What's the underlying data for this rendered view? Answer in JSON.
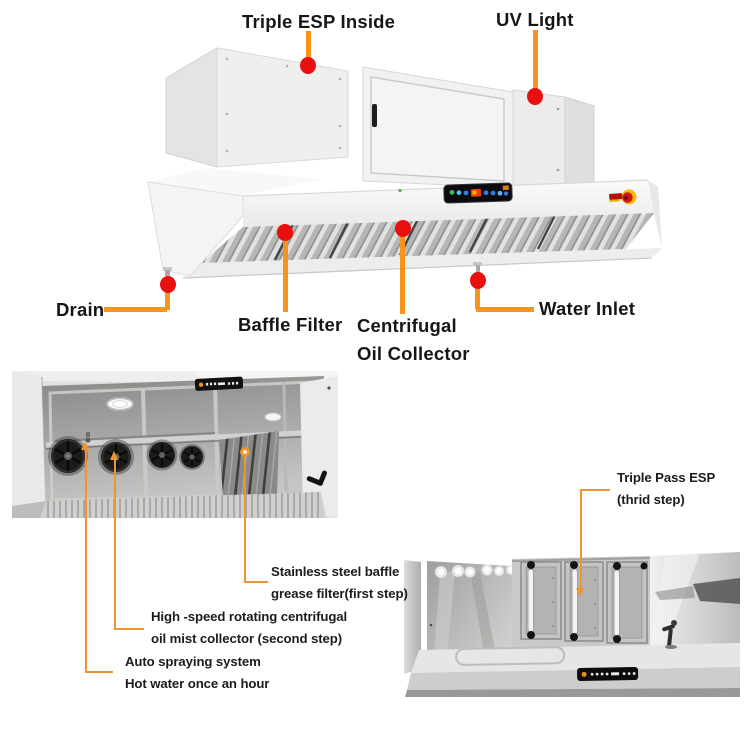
{
  "colors": {
    "callout_orange": "#F7941E",
    "callout_thin_orange": "#EF9433",
    "dot_red": "#E90F0F",
    "label_text": "#161616"
  },
  "hood_diagram": {
    "labels": {
      "triple_esp_inside": "Triple ESP Inside",
      "uv_light": "UV Light",
      "drain": "Drain",
      "baffle_filter": "Baffle Filter",
      "centrifugal_oil_collector": [
        "Centrifugal",
        "Oil Collector"
      ],
      "water_inlet": "Water Inlet"
    }
  },
  "underside_photo": {
    "labels": {
      "baffle_grease_filter": [
        "Stainless steel baffle",
        "grease filter(first step)"
      ],
      "oil_mist_collector": [
        "High -speed rotating centrifugal",
        "oil mist collector (second step)"
      ],
      "auto_spraying": [
        "Auto spraying system",
        "Hot water once an hour"
      ]
    }
  },
  "esp_photo": {
    "labels": {
      "triple_pass_esp": [
        "Triple Pass ESP",
        "(thrid step)"
      ]
    }
  }
}
